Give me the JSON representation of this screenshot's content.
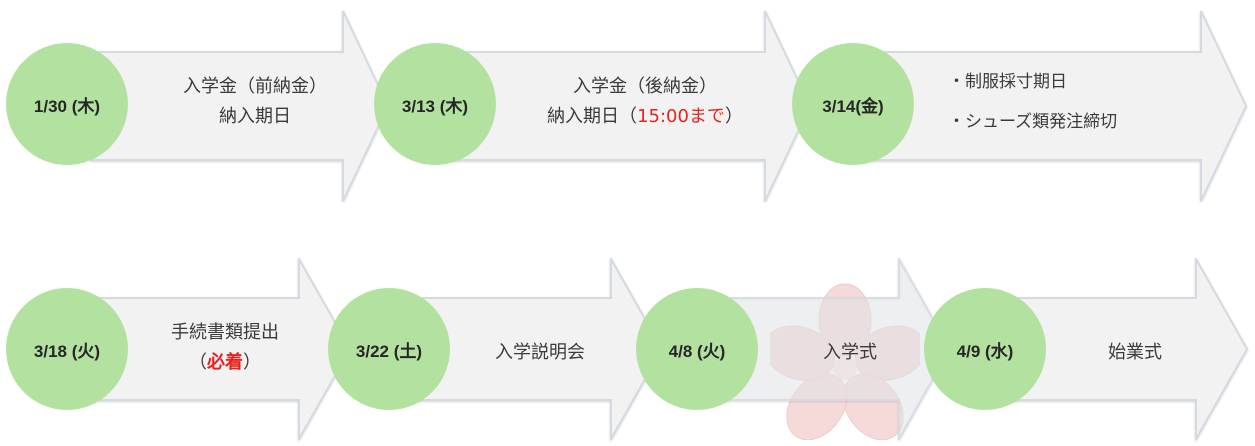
{
  "colors": {
    "circle_fill": "#b3e2a0",
    "arrow_fill": "#f2f2f2",
    "arrow_stroke": "#d5dae1",
    "highlight": "#e8231f",
    "blossom": "#f6dada"
  },
  "row1": [
    {
      "date": "1/30 (木)",
      "lines": [
        {
          "parts": [
            {
              "text": "入学金（前納金）"
            }
          ]
        },
        {
          "parts": [
            {
              "text": "納入期日"
            }
          ]
        }
      ]
    },
    {
      "date": "3/13 (木)",
      "lines": [
        {
          "parts": [
            {
              "text": "入学金（後納金）"
            }
          ]
        },
        {
          "parts": [
            {
              "text": "納入期日（"
            },
            {
              "text": "15:00まで",
              "red": true
            },
            {
              "text": "）"
            }
          ]
        }
      ]
    },
    {
      "date": "3/14(金)",
      "lines": [
        {
          "parts": [
            {
              "text": "・制服採寸期日"
            }
          ]
        },
        {
          "parts": [
            {
              "text": "・シューズ類発注締切"
            }
          ]
        }
      ]
    }
  ],
  "row2": [
    {
      "date": "3/18 (火)",
      "lines": [
        {
          "parts": [
            {
              "text": "手続書類提出"
            }
          ]
        },
        {
          "parts": [
            {
              "text": "（"
            },
            {
              "text": "必着",
              "red": true,
              "bold": true
            },
            {
              "text": "）"
            }
          ]
        }
      ]
    },
    {
      "date": "3/22 (土)",
      "lines": [
        {
          "parts": [
            {
              "text": "入学説明会"
            }
          ]
        }
      ]
    },
    {
      "date": "4/8 (火)",
      "lines": [
        {
          "parts": [
            {
              "text": "入学式"
            }
          ]
        }
      ]
    },
    {
      "date": "4/9 (水)",
      "lines": [
        {
          "parts": [
            {
              "text": "始業式"
            }
          ]
        }
      ]
    }
  ]
}
